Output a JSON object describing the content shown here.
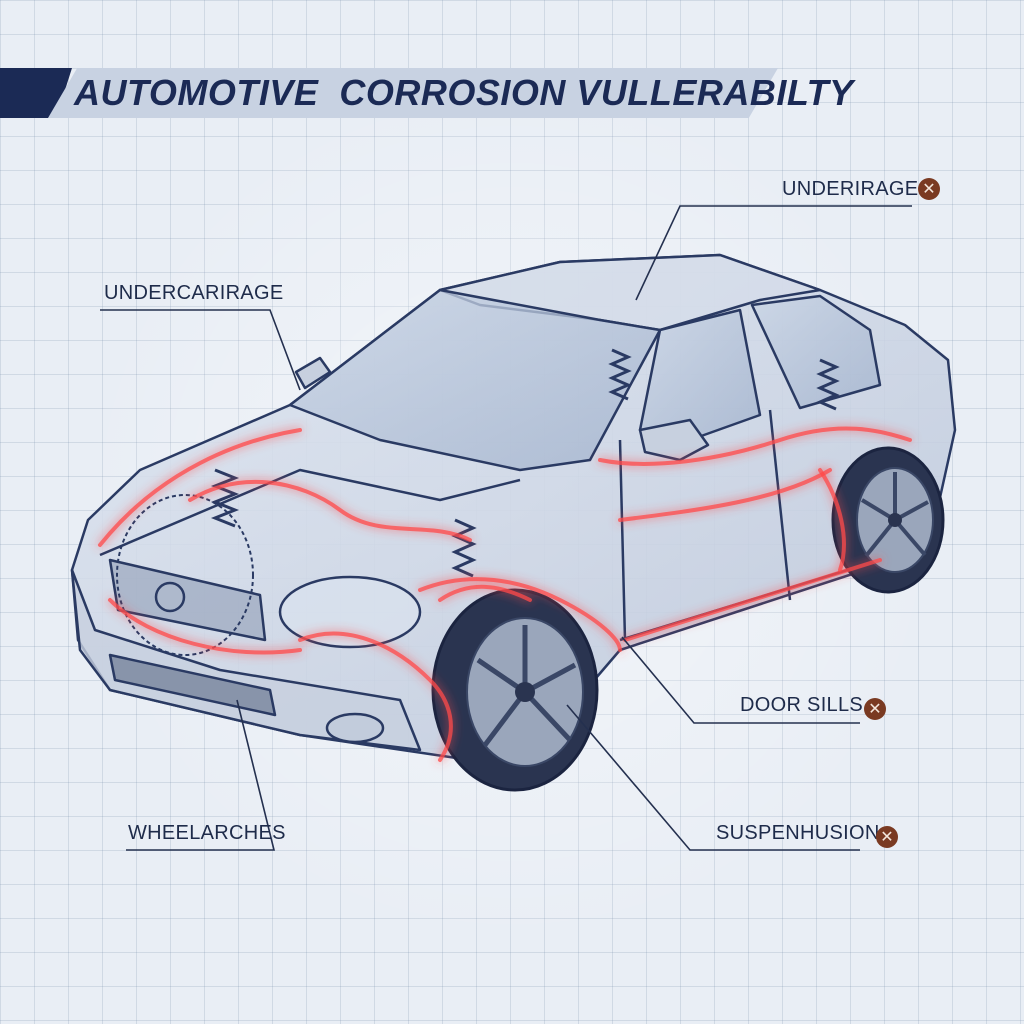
{
  "title": "AUTOMOTIVE  CORROSION VULLERABILTY",
  "callouts": {
    "top_right": "UNDERIRAGE",
    "top_left": "UNDERCARIRAGE",
    "right_middle": "DOOR SILLS",
    "bottom_left": "WHEELARCHES",
    "bottom_right": "SUSPENHUSION"
  },
  "badge_icon": "close-x-icon",
  "colors": {
    "background": "#e9eef5",
    "grid": "#8ca0bf",
    "title_dark": "#1b2a55",
    "title_light": "#c8d2e2",
    "car_outline": "#2a3a63",
    "corrosion_highlight": "#ff4a4a",
    "badge": "#7a3a22"
  }
}
